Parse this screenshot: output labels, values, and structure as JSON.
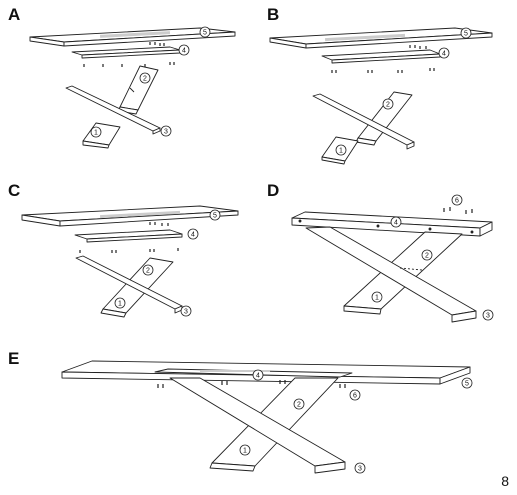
{
  "page": {
    "number": "8"
  },
  "panels": [
    {
      "id": "A",
      "label": "A",
      "callouts": [
        "5",
        "4",
        "2",
        "1",
        "3"
      ]
    },
    {
      "id": "B",
      "label": "B",
      "callouts": [
        "5",
        "4",
        "2",
        "1"
      ]
    },
    {
      "id": "C",
      "label": "C",
      "callouts": [
        "5",
        "4",
        "2",
        "1",
        "3"
      ]
    },
    {
      "id": "D",
      "label": "D",
      "callouts": [
        "4",
        "6",
        "2",
        "1",
        "3"
      ]
    },
    {
      "id": "E",
      "label": "E",
      "callouts": [
        "4",
        "5",
        "6",
        "2",
        "1",
        "3"
      ]
    }
  ],
  "colors": {
    "line": "#222222",
    "paper": "#ffffff",
    "shade": "#cfcfcf"
  }
}
